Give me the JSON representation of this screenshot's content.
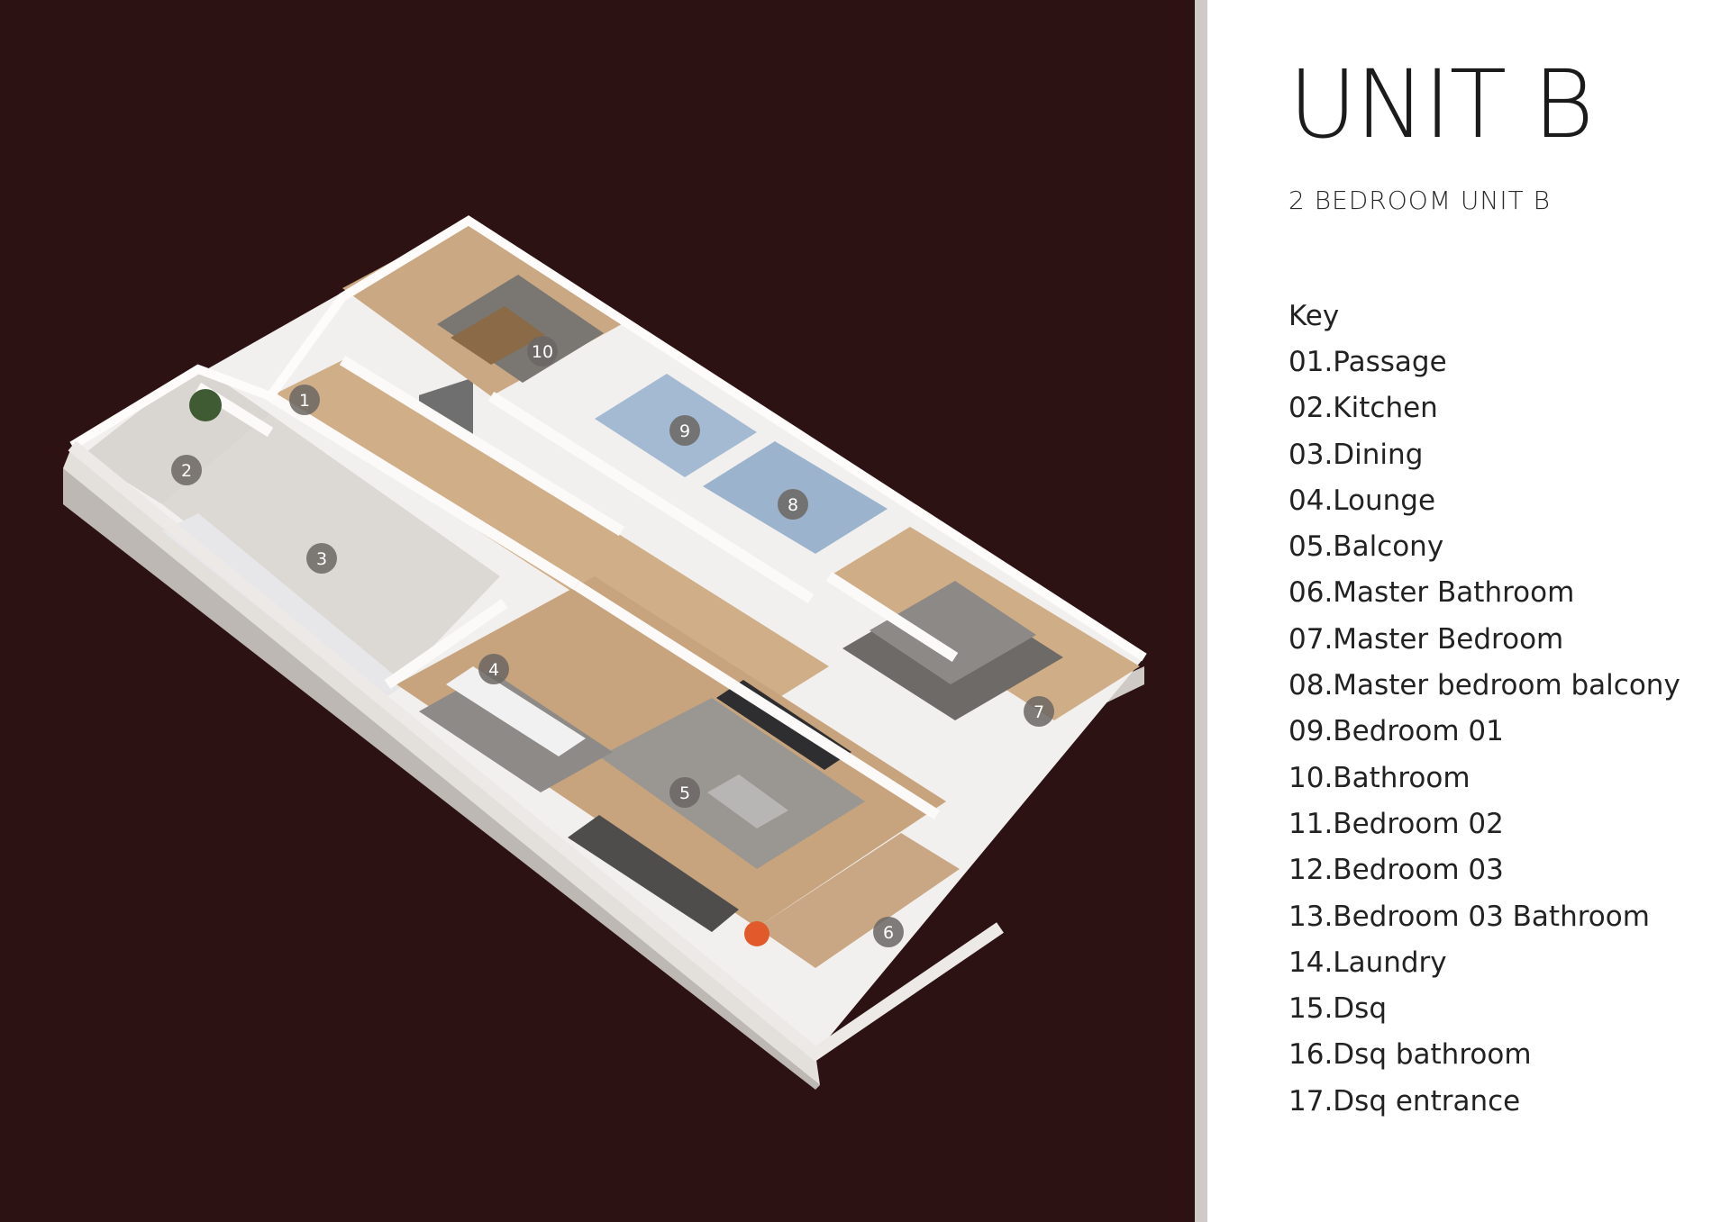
{
  "header": {
    "title": "UNIT B",
    "subtitle": "2 BEDROOM UNIT B"
  },
  "legend": {
    "heading": "Key",
    "items": [
      "01.Passage",
      "02.Kitchen",
      "03.Dining",
      "04.Lounge",
      "05.Balcony",
      "06.Master Bathroom",
      "07.Master Bedroom",
      "08.Master bedroom balcony",
      "09.Bedroom 01",
      "10.Bathroom",
      "11.Bedroom 02",
      "12.Bedroom 03",
      "13.Bedroom 03 Bathroom",
      "14.Laundry",
      "15.Dsq",
      "16.Dsq bathroom",
      "17.Dsq entrance"
    ]
  },
  "plan_markers": [
    "1",
    "2",
    "3",
    "4",
    "5",
    "6",
    "7",
    "8",
    "9",
    "10"
  ],
  "colors": {
    "background": "#2d1214",
    "panel": "#ffffff",
    "wall": "#f2f0ee",
    "floor_wood": "#c9a883",
    "floor_tile": "#d7d4d0",
    "bathroom_tile": "#9bb3cc",
    "marker_fill": "#6b6663"
  }
}
